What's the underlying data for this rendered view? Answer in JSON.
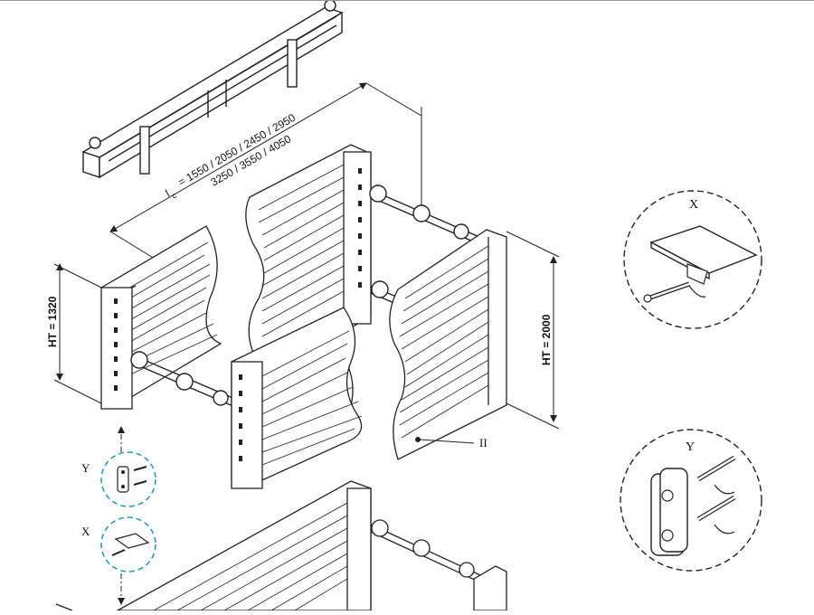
{
  "dimensions": {
    "length_line1": "= 1550 / 2050 / 2450 / 2950",
    "length_line2": "3250 / 3550 / 4050",
    "length_symbol": "l",
    "length_subscript": "c",
    "height_left": "HT = 1320",
    "height_right": "HT = 2000"
  },
  "callouts": {
    "part_II": "II",
    "detail_x": "X",
    "detail_y": "Y"
  },
  "colors": {
    "line": "#222222",
    "detail_circle_small": "#1a9aa8",
    "background": "#ffffff"
  }
}
